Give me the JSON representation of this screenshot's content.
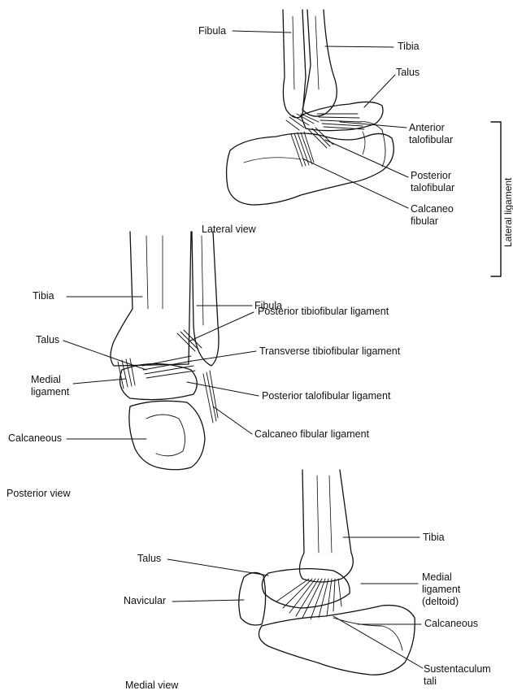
{
  "lateral_view": {
    "caption": "Lateral view",
    "labels": {
      "fibula": "Fibula",
      "tibia": "Tibia",
      "talus": "Talus",
      "anterior_talofibular": "Anterior\ntalofibular",
      "posterior_talofibular": "Posterior\ntalofibular",
      "calcaneo_fibular": "Calcaneo\nfibular"
    },
    "bracket_label": "Lateral ligament"
  },
  "posterior_view": {
    "caption": "Posterior view",
    "labels": {
      "tibia": "Tibia",
      "fibula": "Fibula",
      "posterior_tibiofibular": "Posterior tibiofibular ligament",
      "talus": "Talus",
      "transverse_tibiofibular": "Transverse tibiofibular ligament",
      "medial_ligament": "Medial\nligament",
      "posterior_talofibular": "Posterior talofibular ligament",
      "calcaneous": "Calcaneous",
      "calcaneo_fibular": "Calcaneo fibular ligament"
    }
  },
  "medial_view": {
    "caption": "Medial view",
    "labels": {
      "tibia": "Tibia",
      "talus": "Talus",
      "medial_ligament": "Medial\nligament\n(deltoid)",
      "navicular": "Navicular",
      "calcaneous": "Calcaneous",
      "sustentaculum_tali": "Sustentaculum\ntali"
    }
  },
  "colors": {
    "line": "#111111",
    "background": "#ffffff"
  }
}
